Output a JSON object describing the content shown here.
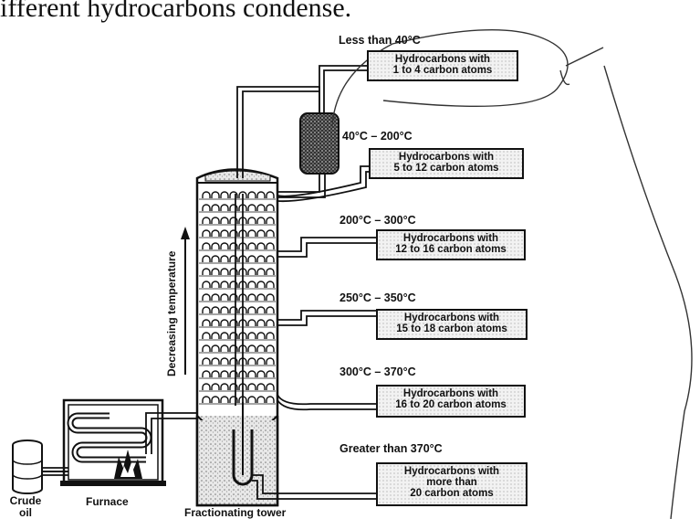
{
  "heading": "ifferent hydrocarbons condense.",
  "fractions": [
    {
      "temp": "Less than 40°C",
      "line1": "Hydrocarbons with",
      "line2": "1 to 4 carbon atoms"
    },
    {
      "temp": "40°C – 200°C",
      "line1": "Hydrocarbons with",
      "line2": "5 to 12 carbon atoms"
    },
    {
      "temp": "200°C – 300°C",
      "line1": "Hydrocarbons with",
      "line2": "12 to 16 carbon atoms"
    },
    {
      "temp": "250°C – 350°C",
      "line1": "Hydrocarbons with",
      "line2": "15 to 18 carbon atoms"
    },
    {
      "temp": "300°C – 370°C",
      "line1": "Hydrocarbons with",
      "line2": "16 to 20 carbon atoms"
    },
    {
      "temp": "Greater than 370°C",
      "line1": "Hydrocarbons with",
      "line2": "more than",
      "line3": "20 carbon atoms"
    }
  ],
  "labels": {
    "crude_oil": "Crude oil",
    "furnace": "Furnace",
    "tower": "Fractionating tower",
    "axis": "Decreasing temperature"
  }
}
